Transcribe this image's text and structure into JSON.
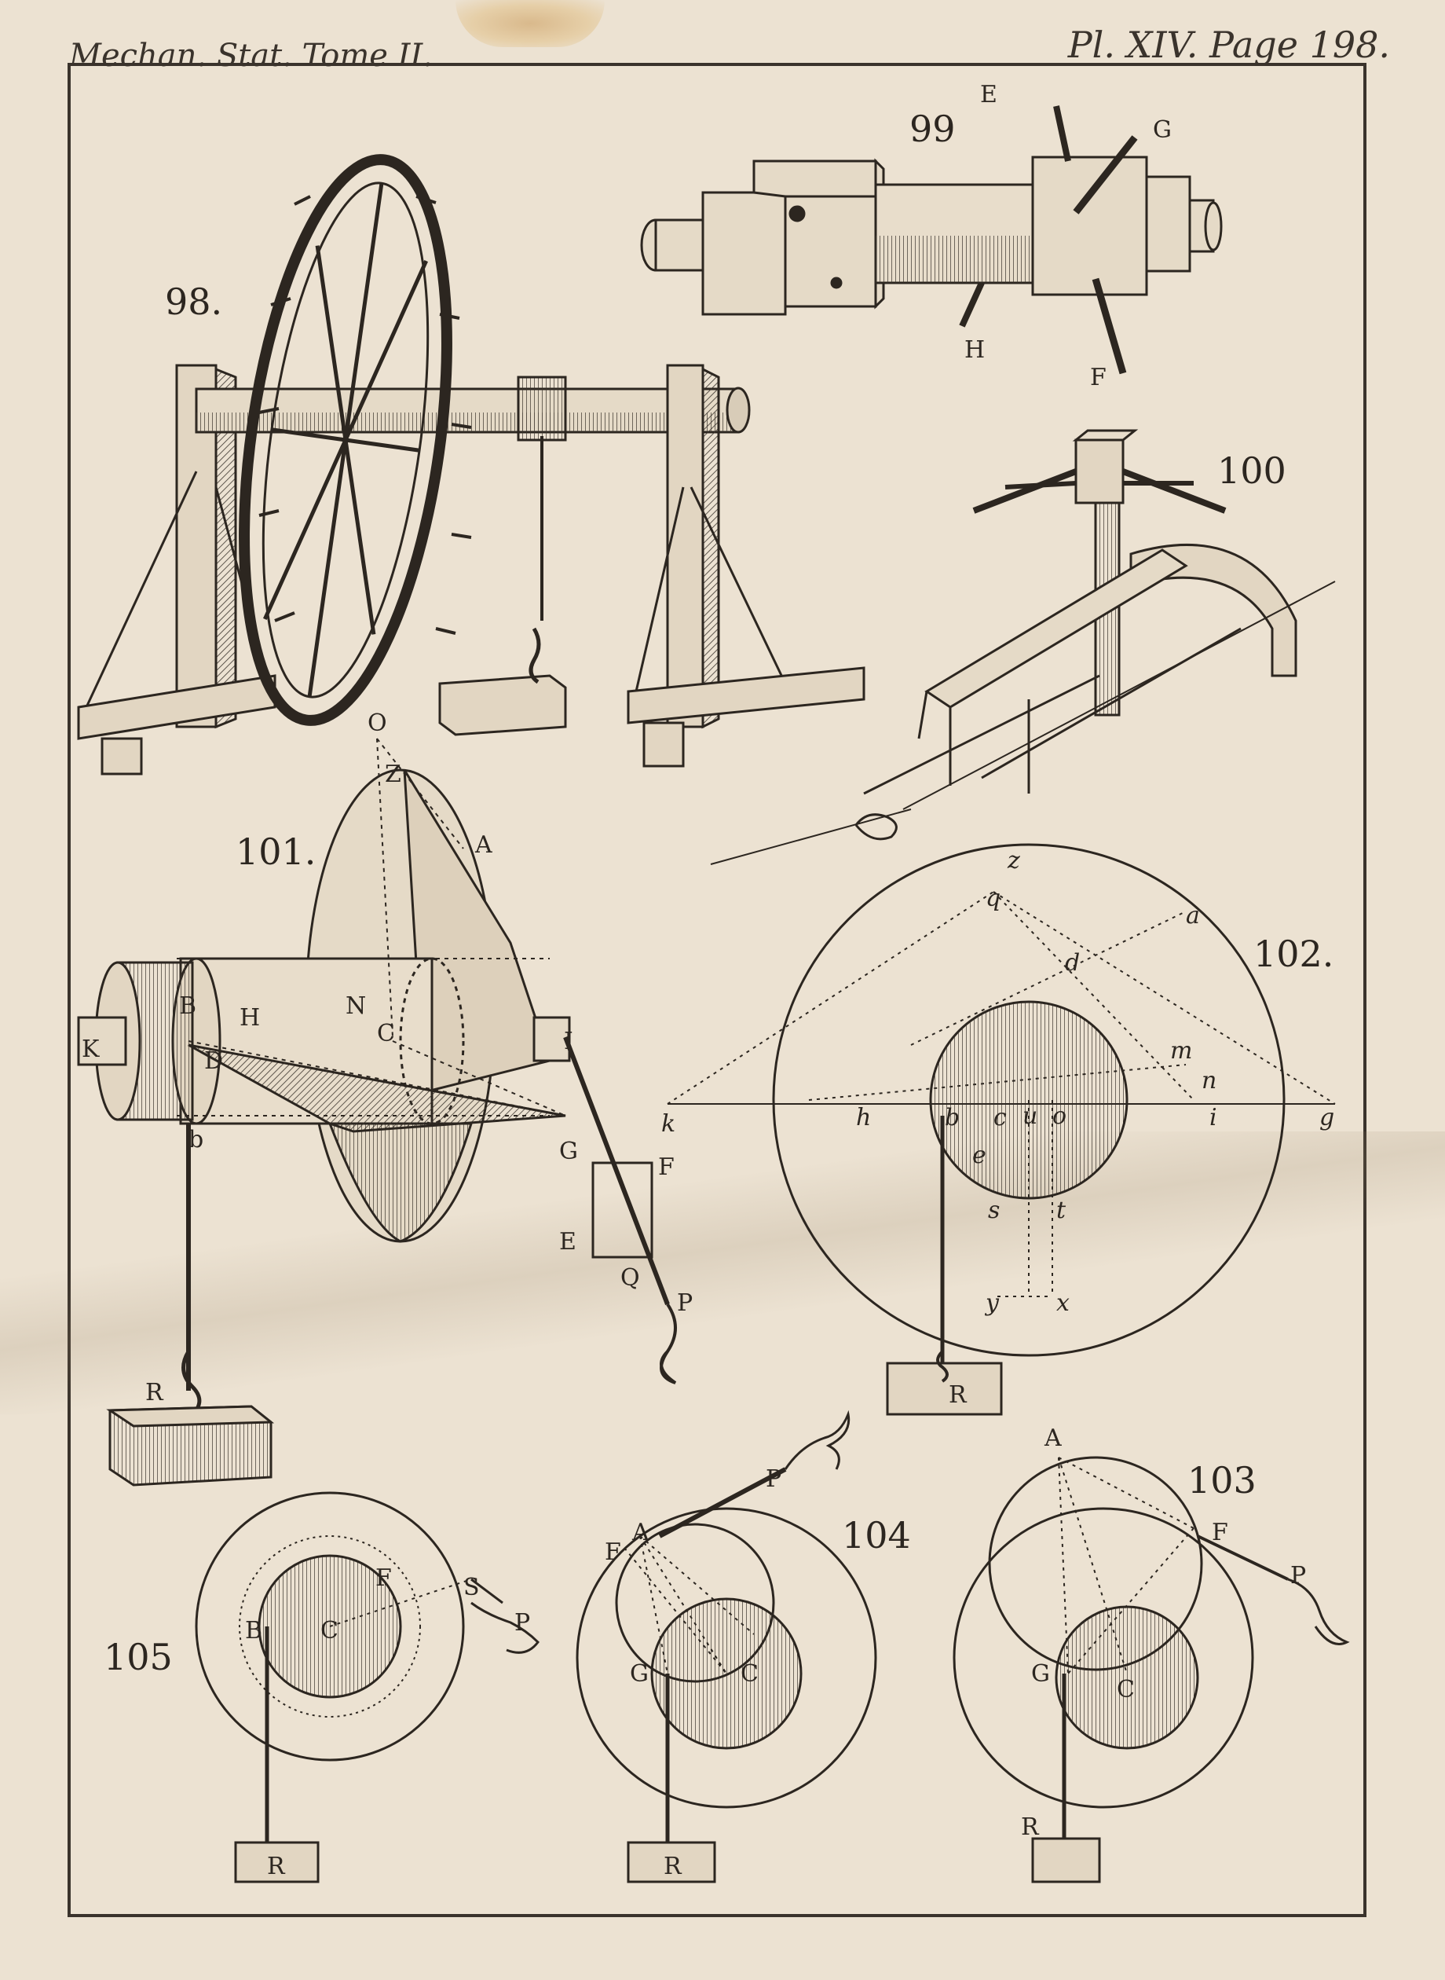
{
  "header": {
    "left": "Mechan. Stat. Tome II.",
    "right": "Pl. XIV. Page 198."
  },
  "figures": {
    "fig98": {
      "number": "98."
    },
    "fig99": {
      "number": "99",
      "labels": {
        "E": "E",
        "G": "G",
        "H": "H",
        "F": "F"
      }
    },
    "fig100": {
      "number": "100"
    },
    "fig101": {
      "number": "101.",
      "labels": {
        "O": "O",
        "Z": "Z",
        "A": "A",
        "B": "B",
        "H": "H",
        "N": "N",
        "C": "C",
        "I": "I",
        "K": "K",
        "D": "D",
        "b": "b",
        "G": "G",
        "F": "F",
        "E": "E",
        "Q": "Q",
        "P": "P",
        "R": "R"
      }
    },
    "fig102": {
      "number": "102.",
      "labels": {
        "z": "z",
        "q": "q",
        "a": "a",
        "d": "d",
        "m": "m",
        "n": "n",
        "k": "k",
        "h": "h",
        "b": "b",
        "c": "c",
        "u": "u",
        "o": "o",
        "i": "i",
        "g": "g",
        "e": "e",
        "s": "s",
        "t": "t",
        "y": "y",
        "x": "x",
        "R": "R"
      }
    },
    "fig103": {
      "number": "103",
      "labels": {
        "A": "A",
        "F": "F",
        "P": "P",
        "G": "G",
        "C": "C",
        "R": "R"
      }
    },
    "fig104": {
      "number": "104",
      "labels": {
        "F": "F",
        "A": "A",
        "P": "P",
        "G": "G",
        "C": "C",
        "R": "R"
      }
    },
    "fig105": {
      "number": "105",
      "labels": {
        "F": "F",
        "S": "S",
        "P": "P",
        "B": "B",
        "C": "C",
        "R": "R"
      }
    }
  }
}
